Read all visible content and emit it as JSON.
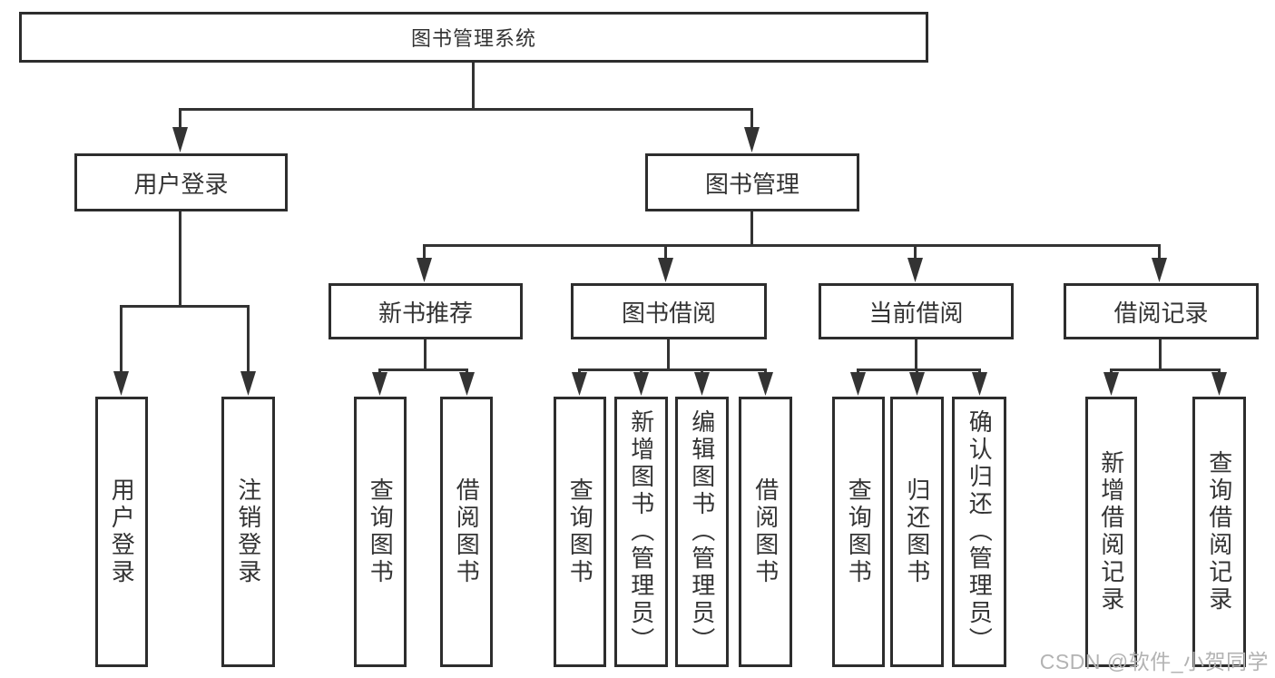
{
  "diagram": {
    "title": "图书管理系统",
    "level2": [
      {
        "label": "用户登录"
      },
      {
        "label": "图书管理"
      }
    ],
    "level3": [
      {
        "label": "新书推荐"
      },
      {
        "label": "图书借阅"
      },
      {
        "label": "当前借阅"
      },
      {
        "label": "借阅记录"
      }
    ],
    "leaf_groups": [
      {
        "parent": "用户登录",
        "items": [
          {
            "label": "用户登录"
          },
          {
            "label": "注销登录"
          }
        ]
      },
      {
        "parent": "新书推荐",
        "items": [
          {
            "label": "查询图书"
          },
          {
            "label": "借阅图书"
          }
        ]
      },
      {
        "parent": "图书借阅",
        "items": [
          {
            "label": "查询图书"
          },
          {
            "label": "新增图书（管理员）"
          },
          {
            "label": "编辑图书（管理员）"
          },
          {
            "label": "借阅图书"
          }
        ]
      },
      {
        "parent": "当前借阅",
        "items": [
          {
            "label": "查询图书"
          },
          {
            "label": "归还图书"
          },
          {
            "label": "确认归还（管理员）"
          }
        ]
      },
      {
        "parent": "借阅记录",
        "items": [
          {
            "label": "新增借阅记录"
          },
          {
            "label": "查询借阅记录"
          }
        ]
      }
    ]
  },
  "watermark": {
    "text": "CSDN @软件_小贺同学"
  },
  "colors": {
    "line": "#333333",
    "box_border": "#2d2d2d",
    "text": "#333333",
    "watermark": "#b3b3b3",
    "background": "#ffffff"
  }
}
